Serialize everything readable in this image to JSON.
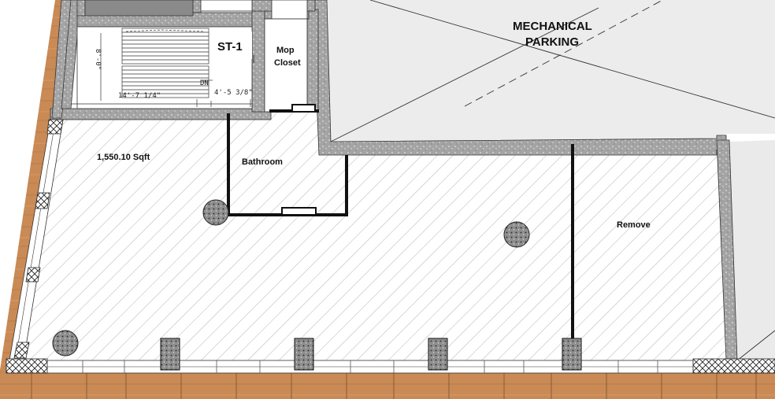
{
  "labels": {
    "stair": "ST-1",
    "mop_line1": "Mop",
    "mop_line2": "Closet",
    "mech_line1": "MECHANICAL",
    "mech_line2": "PARKING",
    "area": "1,550.10 Sqft",
    "bathroom": "Bathroom",
    "remove": "Remove",
    "dn": "DN"
  },
  "dimensions": {
    "stair_width": "14'-7 1/4\"",
    "stair_gap": "4'-5 3/8\"",
    "stair_depth": "8'-0\""
  },
  "colors": {
    "wall": "#9a9a9a",
    "hatch": "#b5b5b5",
    "wood": "#c98a55",
    "wall_line": "#111111",
    "mech_fill": "#ececec"
  }
}
